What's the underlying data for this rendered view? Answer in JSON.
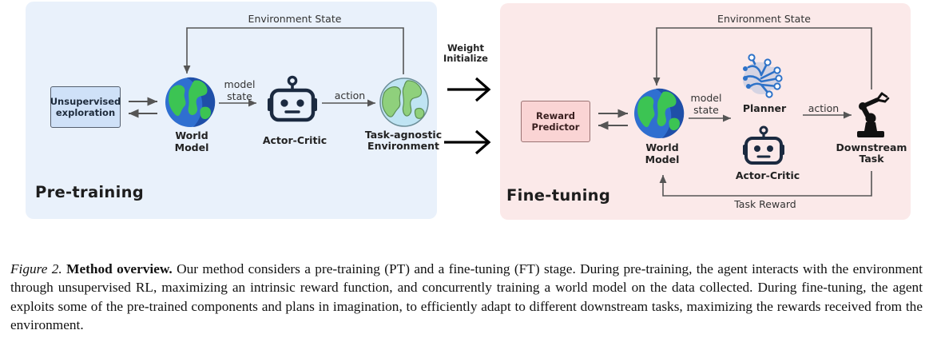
{
  "pretraining": {
    "stage_label": "Pre-training",
    "env_state_label": "Environment State",
    "exploration_label": "Unsupervised exploration",
    "world_model_label": "World Model",
    "model_state_label": "model state",
    "actor_critic_label": "Actor-Critic",
    "action_label": "action",
    "environment_label": "Task-agnostic Environment"
  },
  "transfer": {
    "weight_init_label": "Weight Initialize"
  },
  "finetuning": {
    "stage_label": "Fine-tuning",
    "env_state_label": "Environment State",
    "reward_predictor_label": "Reward Predictor",
    "world_model_label": "World Model",
    "model_state_label": "model state",
    "planner_label": "Planner",
    "action_label": "action",
    "actor_critic_label": "Actor-Critic",
    "downstream_label": "Downstream Task",
    "task_reward_label": "Task Reward"
  },
  "caption": {
    "label": "Figure 2.",
    "title": "Method overview.",
    "text": "Our method considers a pre-training (PT) and a fine-tuning (FT) stage. During pre-training, the agent interacts with the environment through unsupervised RL, maximizing an intrinsic reward function, and concurrently training a world model on the data collected. During fine-tuning, the agent exploits some of the pre-trained components and plans in imagination, to efficiently adapt to different downstream tasks, maximizing the rewards received from the environment."
  },
  "icons": {
    "world_model": "globe-icon",
    "actor_critic": "robot-head-icon",
    "environment": "earth-map-icon",
    "planner": "brain-network-icon",
    "downstream": "robot-arm-icon"
  },
  "colors": {
    "pt_panel": "#e9f1fb",
    "ft_panel": "#fbe9e9",
    "globe_ocean": "#2f6fd0",
    "globe_land": "#3cc453",
    "robot_dark": "#1b2a40",
    "planner_blue": "#2d72c8"
  }
}
